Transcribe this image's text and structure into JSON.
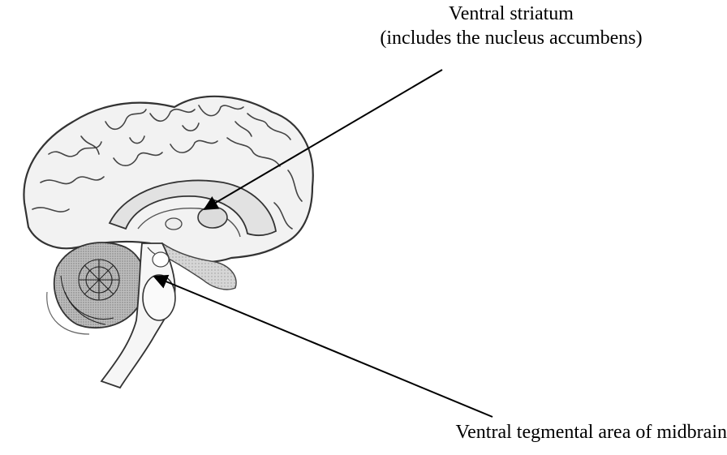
{
  "labels": {
    "ventral_striatum_line1": "Ventral striatum",
    "ventral_striatum_line2": "(includes the nucleus accumbens)",
    "vta": "Ventral tegmental area of midbrain"
  }
}
